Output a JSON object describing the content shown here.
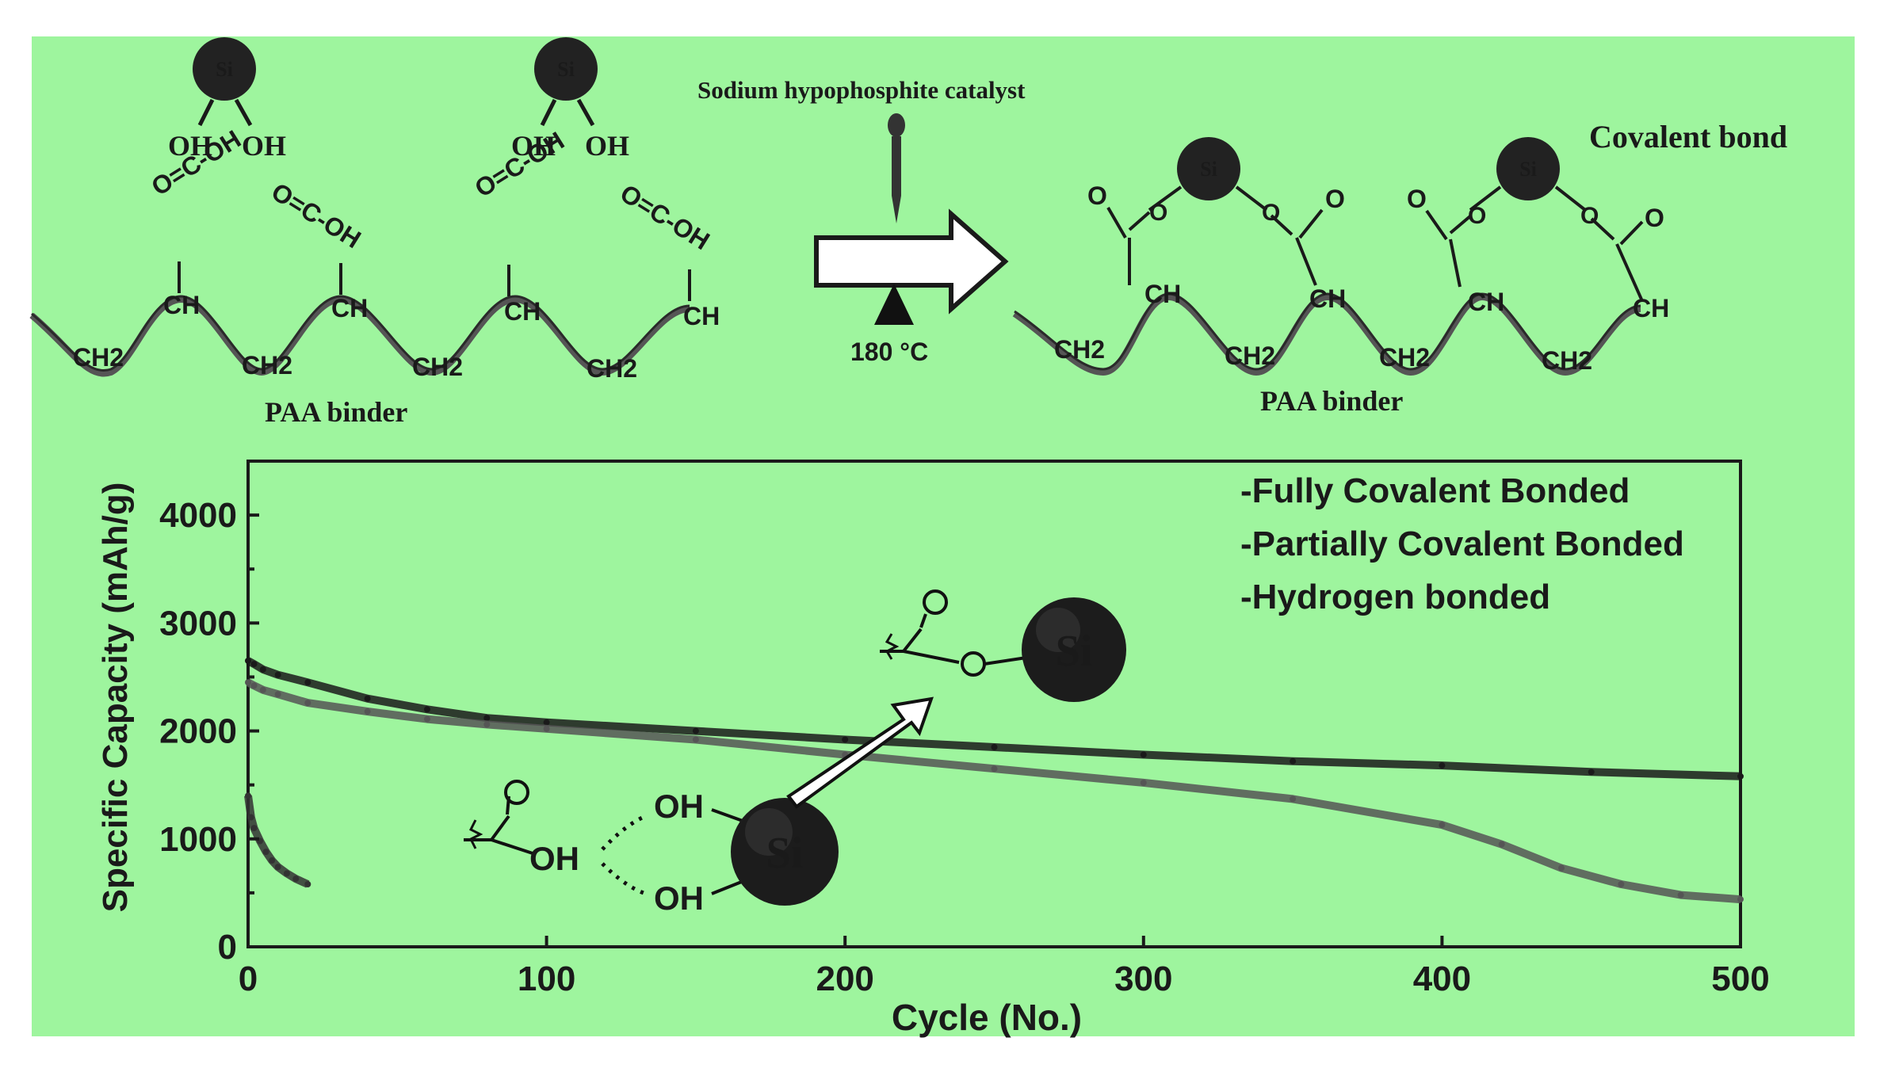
{
  "scheme": {
    "si_label": "Si",
    "oh_label": "OH",
    "cooh_label": "O=C-OH",
    "catalyst_label": "Sodium hypophosphite catalyst",
    "temperature_label": "180 °C",
    "binder_label_left": "PAA binder",
    "binder_label_right": "PAA binder",
    "product_label": "Covalent bond",
    "ch_label": "CH",
    "ch2_label": "CH2",
    "o_label": "O",
    "inset_oh_label": "OH"
  },
  "chart_data": {
    "type": "line",
    "title": "",
    "xlabel": "Cycle (No.)",
    "ylabel": "Specific Capacity (mAh/g)",
    "xlim": [
      0,
      500
    ],
    "ylim": [
      0,
      4500
    ],
    "xticks": [
      0,
      100,
      200,
      300,
      400,
      500
    ],
    "yticks": [
      0,
      1000,
      2000,
      3000,
      4000
    ],
    "legend_position": "top-right",
    "series": [
      {
        "name": "-Fully Covalent Bonded",
        "color": "#1a1a1a",
        "x": [
          0,
          2,
          5,
          10,
          20,
          40,
          60,
          80,
          100,
          150,
          200,
          250,
          300,
          350,
          400,
          450,
          500
        ],
        "y": [
          2650,
          2620,
          2570,
          2520,
          2450,
          2300,
          2200,
          2120,
          2080,
          2000,
          1920,
          1850,
          1780,
          1720,
          1680,
          1620,
          1580
        ]
      },
      {
        "name": "-Partially Covalent Bonded",
        "color": "#555555",
        "x": [
          0,
          2,
          5,
          10,
          20,
          40,
          60,
          80,
          100,
          150,
          200,
          250,
          300,
          350,
          400,
          420,
          440,
          460,
          480,
          500
        ],
        "y": [
          2450,
          2420,
          2380,
          2340,
          2260,
          2180,
          2110,
          2060,
          2020,
          1920,
          1780,
          1650,
          1520,
          1370,
          1130,
          950,
          730,
          580,
          480,
          440
        ]
      },
      {
        "name": "-Hydrogen bonded",
        "color": "#333333",
        "x": [
          0,
          1,
          2,
          4,
          6,
          8,
          10,
          13,
          16,
          20
        ],
        "y": [
          1400,
          1200,
          1100,
          980,
          880,
          800,
          740,
          680,
          630,
          580
        ]
      }
    ]
  }
}
